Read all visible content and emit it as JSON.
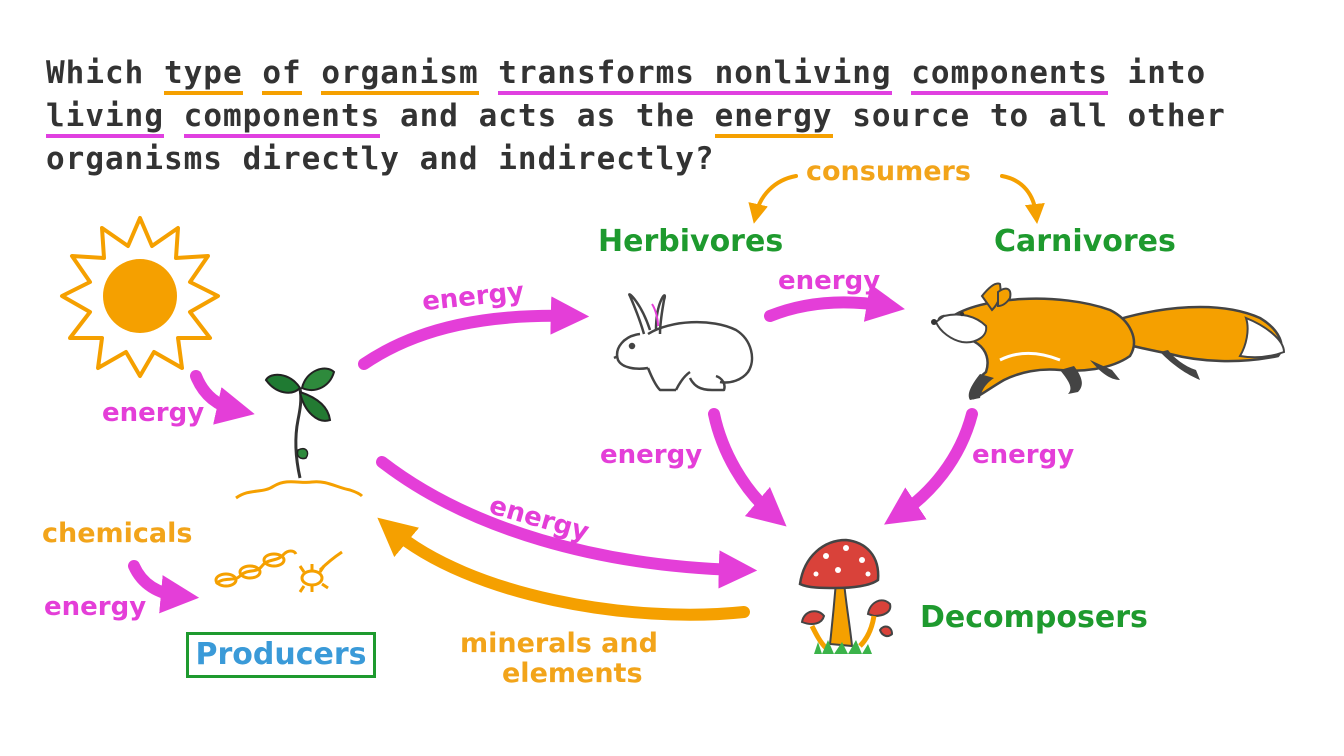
{
  "question": {
    "w1": "Which ",
    "w2": "type",
    "w3": " ",
    "w4": "of",
    "w5": " ",
    "w6": "organism",
    "w7": " ",
    "w8": "transforms nonliving",
    "w9": " ",
    "w10": "components",
    "w11": " into ",
    "w12": "living",
    "w13": " ",
    "w14": "components",
    "w15": " and acts as the ",
    "w16": "energy",
    "w17": " source to all other organisms directly and indirectly?"
  },
  "labels": {
    "consumers": "consumers",
    "herbivores": "Herbivores",
    "carnivores": "Carnivores",
    "decomposers": "Decomposers",
    "producers": "Producers",
    "chemicals": "chemicals",
    "minerals": "minerals and",
    "elements": "elements",
    "energy_sun_plant": "energy",
    "energy_plant_rabbit": "energy",
    "energy_rabbit_fox": "energy",
    "energy_rabbit_decomp": "energy",
    "energy_fox_decomp": "energy",
    "energy_plant_decomp": "energy",
    "energy_chem": "energy"
  },
  "colors": {
    "energy_arrow": "#e43ed8",
    "nutrient_arrow": "#f5a000",
    "group_label": "#1e9a2e",
    "producers_text": "#3a9ad8",
    "question_text": "#333333"
  },
  "icons": [
    "sun-icon",
    "seedling-icon",
    "bacteria-icon",
    "rabbit-icon",
    "fox-icon",
    "mushroom-icon"
  ]
}
